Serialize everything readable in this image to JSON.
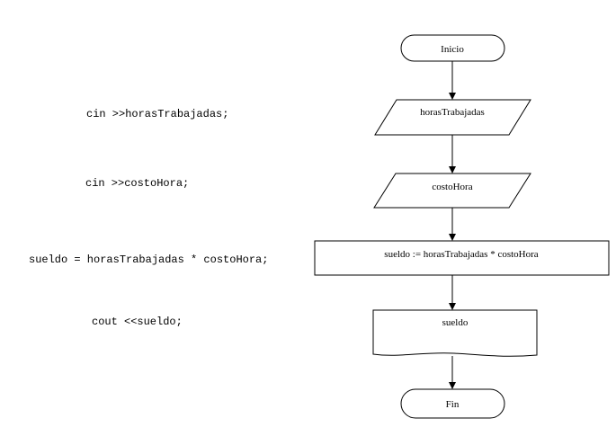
{
  "code_lines": [
    "cin >>horasTrabajadas;",
    "cin >>costoHora;",
    "sueldo = horasTrabajadas * costoHora;",
    "cout <<sueldo;"
  ],
  "flowchart": {
    "start": "Inicio",
    "input_1": "horasTrabajadas",
    "input_2": "costoHora",
    "process": "sueldo := horasTrabajadas * costoHora",
    "output": "sueldo",
    "end": "Fin"
  }
}
